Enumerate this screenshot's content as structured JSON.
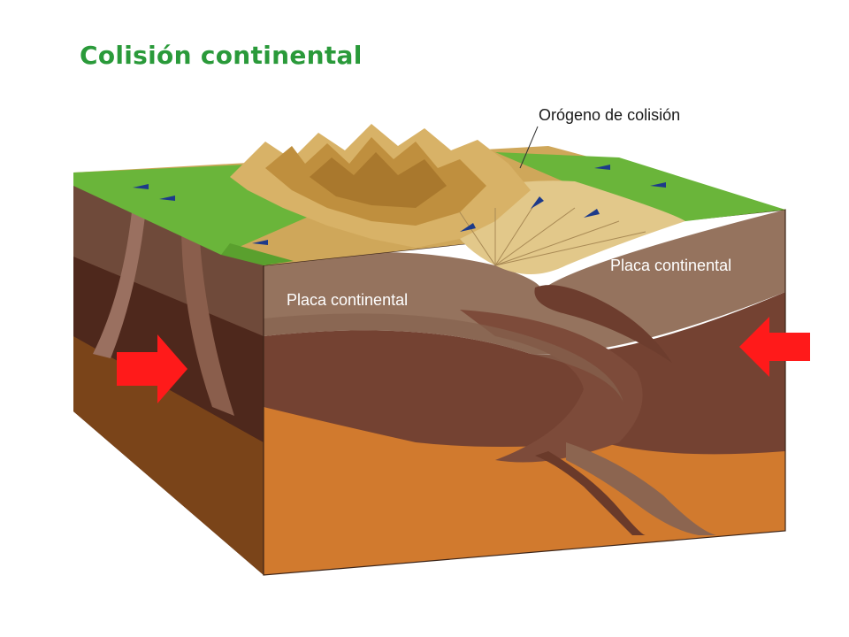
{
  "title": "Colisión continental",
  "labels": {
    "orogen": "Orógeno de colisión",
    "plate_left": "Placa continental",
    "plate_right": "Placa continental"
  },
  "colors": {
    "title": "#2a9a3a",
    "grass": "#6ab53a",
    "sand": "#e2c88a",
    "crust_upper": "#93705a",
    "crust_lower": "#744232",
    "mantle": "#d27a30",
    "arrow": "#ff1a1a"
  }
}
